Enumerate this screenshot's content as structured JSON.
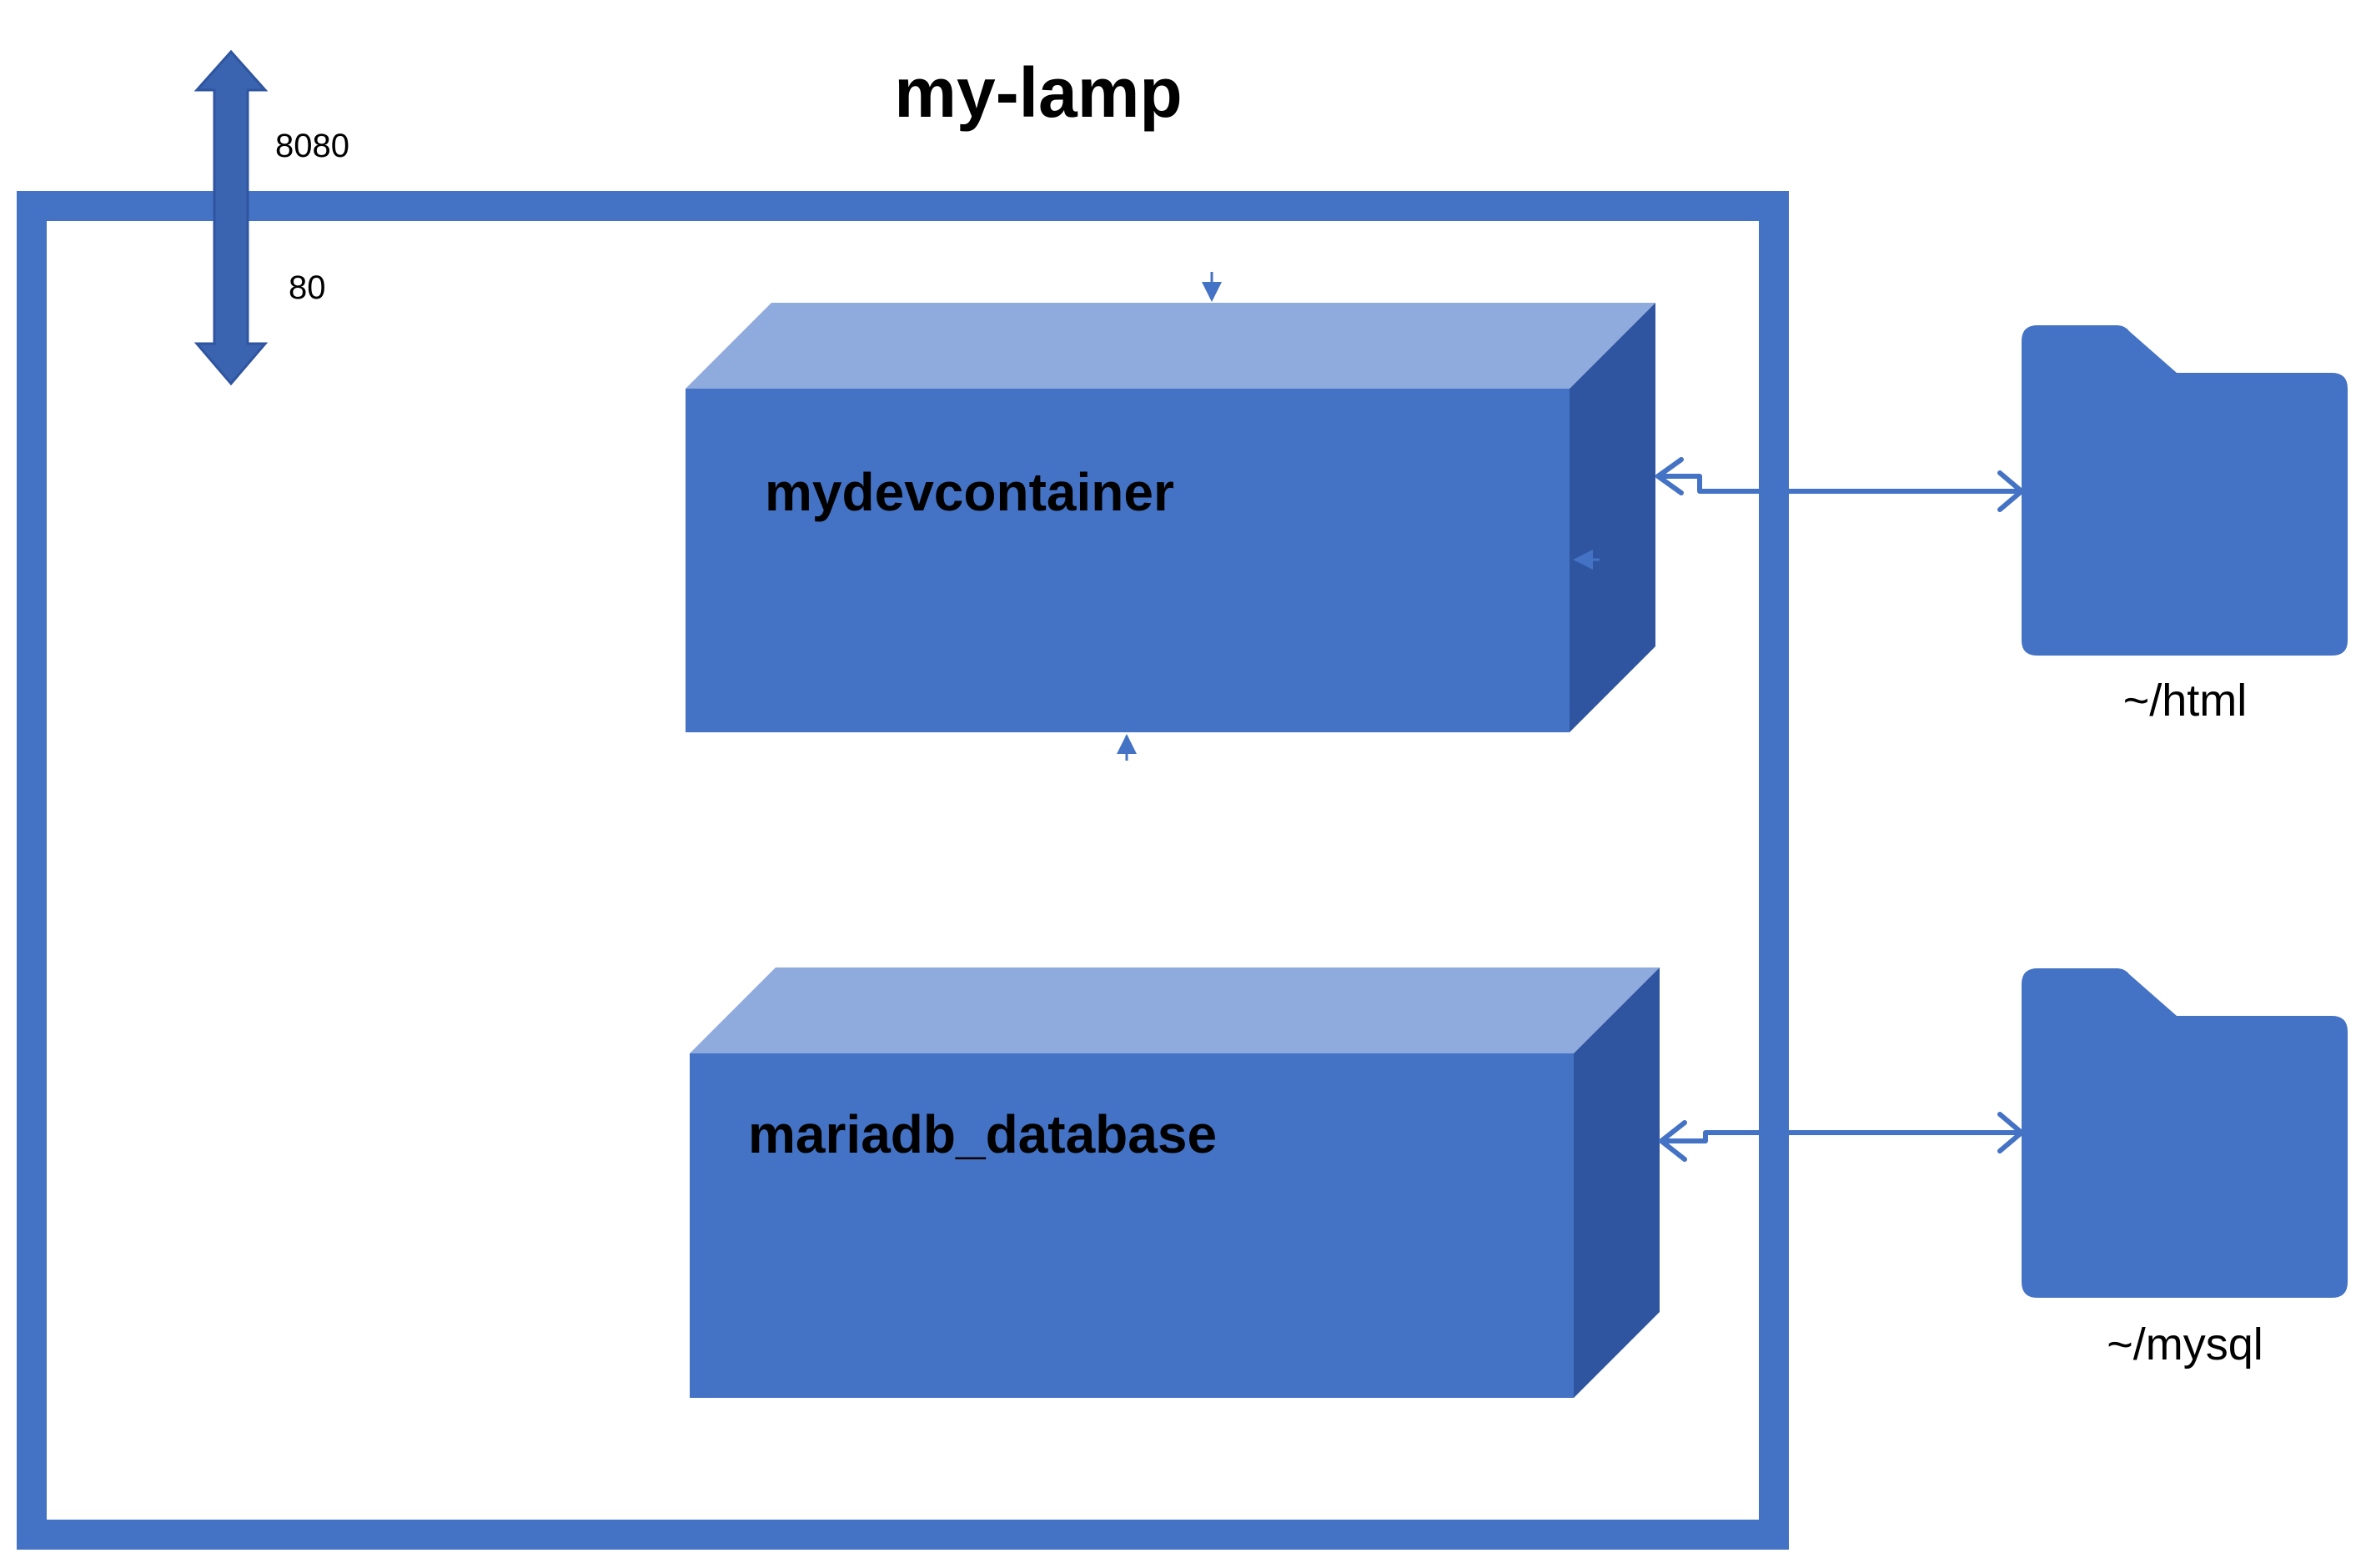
{
  "title": "my-lamp",
  "ports": {
    "host": "8080",
    "container": "80"
  },
  "containers": [
    {
      "label": "mydevcontainer"
    },
    {
      "label": "mariadb_database"
    }
  ],
  "volumes": [
    {
      "label": "~/html"
    },
    {
      "label": "~/mysql"
    }
  ],
  "colors": {
    "primary": "#4472C4",
    "top_face": "#8FAADC",
    "side_face": "#2F55A0",
    "background": "#FFFFFF",
    "text": "#000000"
  }
}
